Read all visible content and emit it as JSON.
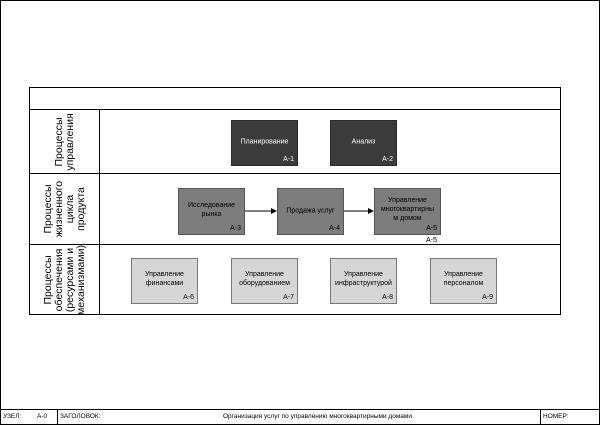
{
  "lanes": [
    {
      "label": "Процессы\nуправления"
    },
    {
      "label": "Процессы\nжизненного\nцикла\nпродукта"
    },
    {
      "label": "Процессы\nобеспечения\n(ресурсами и\nмеханизмами)"
    }
  ],
  "processes": {
    "planning": {
      "label": "Планирование",
      "code": "А-1"
    },
    "analysis": {
      "label": "Анализ",
      "code": "А-2"
    },
    "research": {
      "label": "Исследование\nрынка",
      "code": "А-3"
    },
    "sales": {
      "label": "Продажа услуг",
      "code": "А-4"
    },
    "management": {
      "label": "Управление\nмногоквартирны\nм домом",
      "code": "А-5",
      "extra_code": "А-5"
    },
    "finance": {
      "label": "Управление\nфинансами",
      "code": "А-6"
    },
    "equipment": {
      "label": "Управление\nоборудованием",
      "code": "А-7"
    },
    "infra": {
      "label": "Управление\nинфраструктурой",
      "code": "А-8"
    },
    "staff": {
      "label": "Управление\nперсоналом",
      "code": "А-9"
    }
  },
  "footer": {
    "node_label": "УЗЕЛ:",
    "node_value": "А-0",
    "title_label": "ЗАГОЛОВОК:",
    "title_value": "Организация услуг по управлению многоквартирными домами",
    "number_label": "НОМЕР:"
  },
  "colors": {
    "dark": "#3b3b3b",
    "mid": "#7d7d7d",
    "light": "#d6d6d6"
  }
}
